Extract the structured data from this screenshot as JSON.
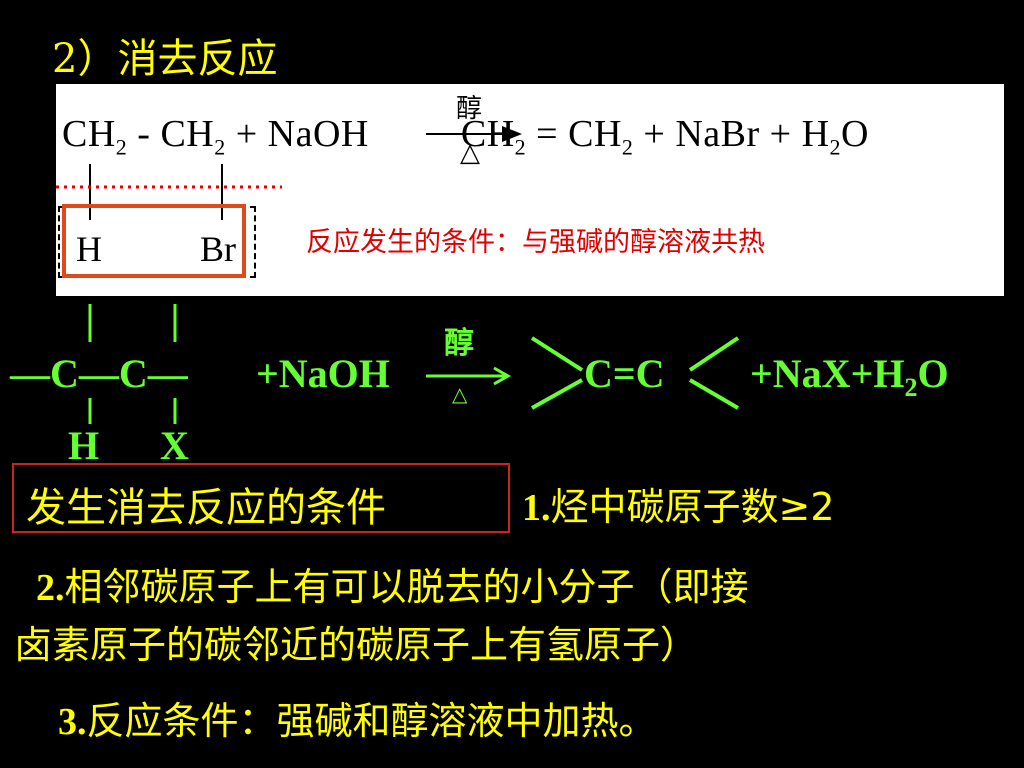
{
  "title": "2）消去反应",
  "panel": {
    "reactant_ch2a": "CH",
    "reactant_sub_a": "2",
    "dash": " - ",
    "reactant_ch2b": "CH",
    "reactant_sub_b": "2",
    "plus_naoh": " + NaOH",
    "arrow_top": "醇",
    "arrow_bottom": "△",
    "product_ch2a": "CH",
    "product_sub_a": "2",
    "double": " = ",
    "product_ch2b": "CH",
    "product_sub_b": "2",
    "plus_nabr": " + NaBr + H",
    "water_sub": "2",
    "water_o": "O",
    "h_label": "H",
    "br_label": "Br",
    "condition": "反应发生的条件：与强碱的醇溶液共热"
  },
  "general": {
    "left_c": "—C—C—",
    "plus_naoh": "+NaOH",
    "arrow_top": "醇",
    "arrow_bottom": "△",
    "product_cc": "C=C",
    "plus_nax": "+NaX+H",
    "water_sub": "2",
    "water_o": "O",
    "h_label": "H",
    "x_label": "X"
  },
  "conditions": {
    "box_label": "发生消去反应的条件",
    "item1_num": "1.",
    "item1_text": "烃中碳原子数≥2",
    "item2_num": "2.",
    "item2_line1": "相邻碳原子上有可以脱去的小分子（即接",
    "item2_line2": "卤素原子的碳邻近的碳原子上有氢原子）",
    "item3_num": "3.",
    "item3_text": "反应条件：强碱和醇溶液中加热。"
  },
  "colors": {
    "background": "#000000",
    "title": "#ffff00",
    "formula_green": "#66ff33",
    "condition_red": "#e00000"
  }
}
